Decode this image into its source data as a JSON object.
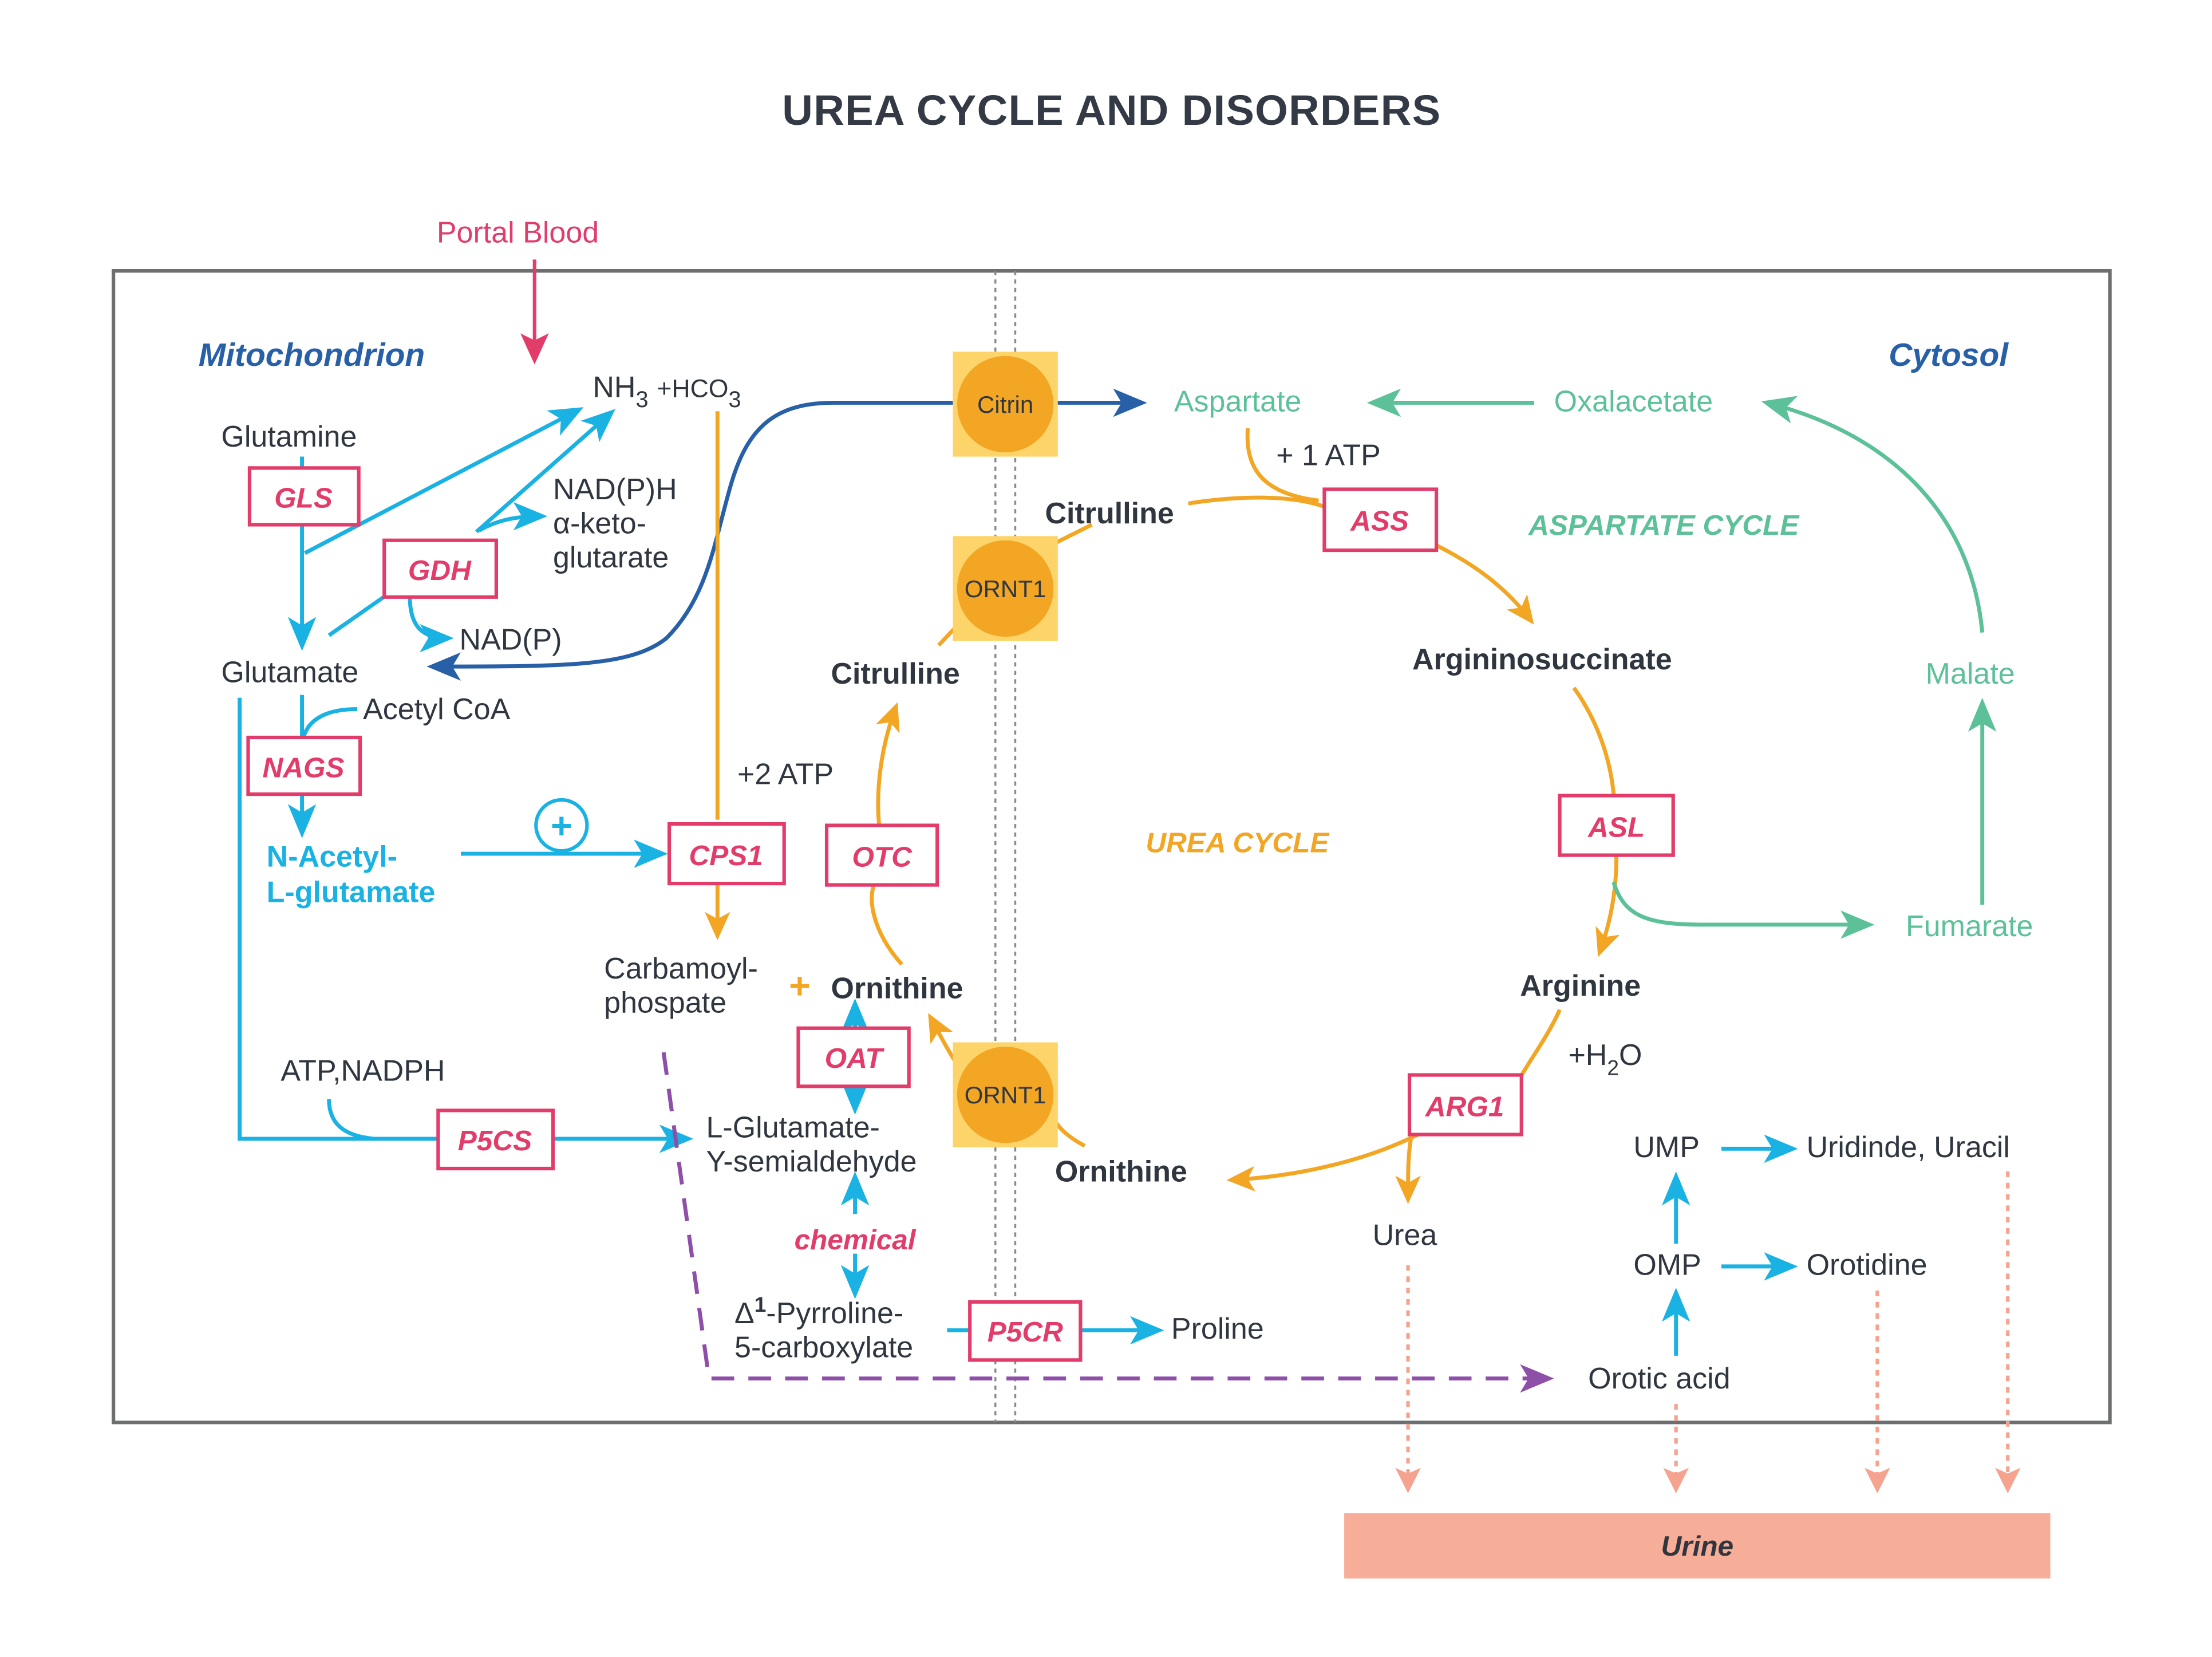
{
  "title": "UREA CYCLE AND  DISORDERS",
  "regions": {
    "mitochondrion": "Mitochondrion",
    "cytosol": "Cytosol"
  },
  "inputs": {
    "portal_blood": "Portal Blood"
  },
  "transporters": {
    "citrin": "Citrin",
    "ornt1_top": "ORNT1",
    "ornt1_bottom": "ORNT1"
  },
  "cycles": {
    "urea": "UREA CYCLE",
    "aspartate": "ASPARTATE CYCLE"
  },
  "enzymes": {
    "gls": "GLS",
    "gdh": "GDH",
    "nags": "NAGS",
    "cps1": "CPS1",
    "otc": "OTC",
    "oat": "OAT",
    "p5cs": "P5CS",
    "p5cr": "P5CR",
    "ass": "ASS",
    "asl": "ASL",
    "arg1": "ARG1",
    "chemical": "chemical"
  },
  "metabolites": {
    "nh3": "NH",
    "nh3_sub": "3",
    "hco3": "+HCO",
    "hco3_sub": "3",
    "glutamine": "Glutamine",
    "glutamate": "Glutamate",
    "nadph": "NAD(P)H",
    "akg1": "α-keto-",
    "akg2": "glutarate",
    "nadp": "NAD(P)",
    "acetyl_coa": "Acetyl CoA",
    "nag1": "N-Acetyl-",
    "nag2": "L-glutamate",
    "atp2": "+2 ATP",
    "carbamoyl1": "Carbamoyl-",
    "carbamoyl2": "phospate",
    "ornithine_mito": "Ornithine",
    "citrulline_mito": "Citrulline",
    "atp_nadph": "ATP,NADPH",
    "lgsa1": "L-Glutamate-",
    "lgsa2": "Y-semialdehyde",
    "p5c_delta": "Δ",
    "p5c_sup": "1",
    "p5c1": "-Pyrroline-",
    "p5c2": "5-carboxylate",
    "proline": "Proline",
    "aspartate": "Aspartate",
    "oxalacetate": "Oxalacetate",
    "atp1": "+ 1 ATP",
    "citrulline_cyto": "Citrulline",
    "argininosuccinate": "Argininosuccinate",
    "malate": "Malate",
    "fumarate": "Fumarate",
    "arginine": "Arginine",
    "h2o_pre": "+H",
    "h2o_sub": "2",
    "h2o_post": "O",
    "ornithine_cyto": "Ornithine",
    "urea": "Urea",
    "ump": "UMP",
    "uridine": "Uridinde, Uracil",
    "omp": "OMP",
    "orotidine": "Orotidine",
    "orotic_acid": "Orotic acid"
  },
  "urine": {
    "label": "Urine"
  },
  "symbols": {
    "plus_circle": "+",
    "plus": "+"
  },
  "colors": {
    "blue": "#19b2e3",
    "navy": "#2860a8",
    "orange": "#f2a623",
    "green": "#5cc198",
    "pink": "#e23c6b",
    "purple": "#8e4fa8",
    "salmon": "#f5a38f",
    "urine_bar": "#f7ae98",
    "dark_text": "#2f3640"
  }
}
